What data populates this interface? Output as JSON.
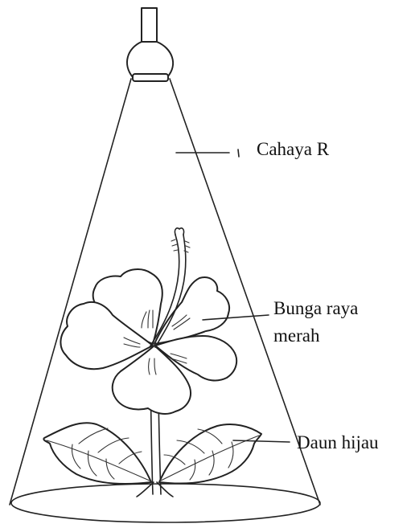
{
  "labels": {
    "light": "Cahaya R",
    "flower_line1": "Bunga raya",
    "flower_line2": "merah",
    "leaf": "Daun hijau"
  }
}
